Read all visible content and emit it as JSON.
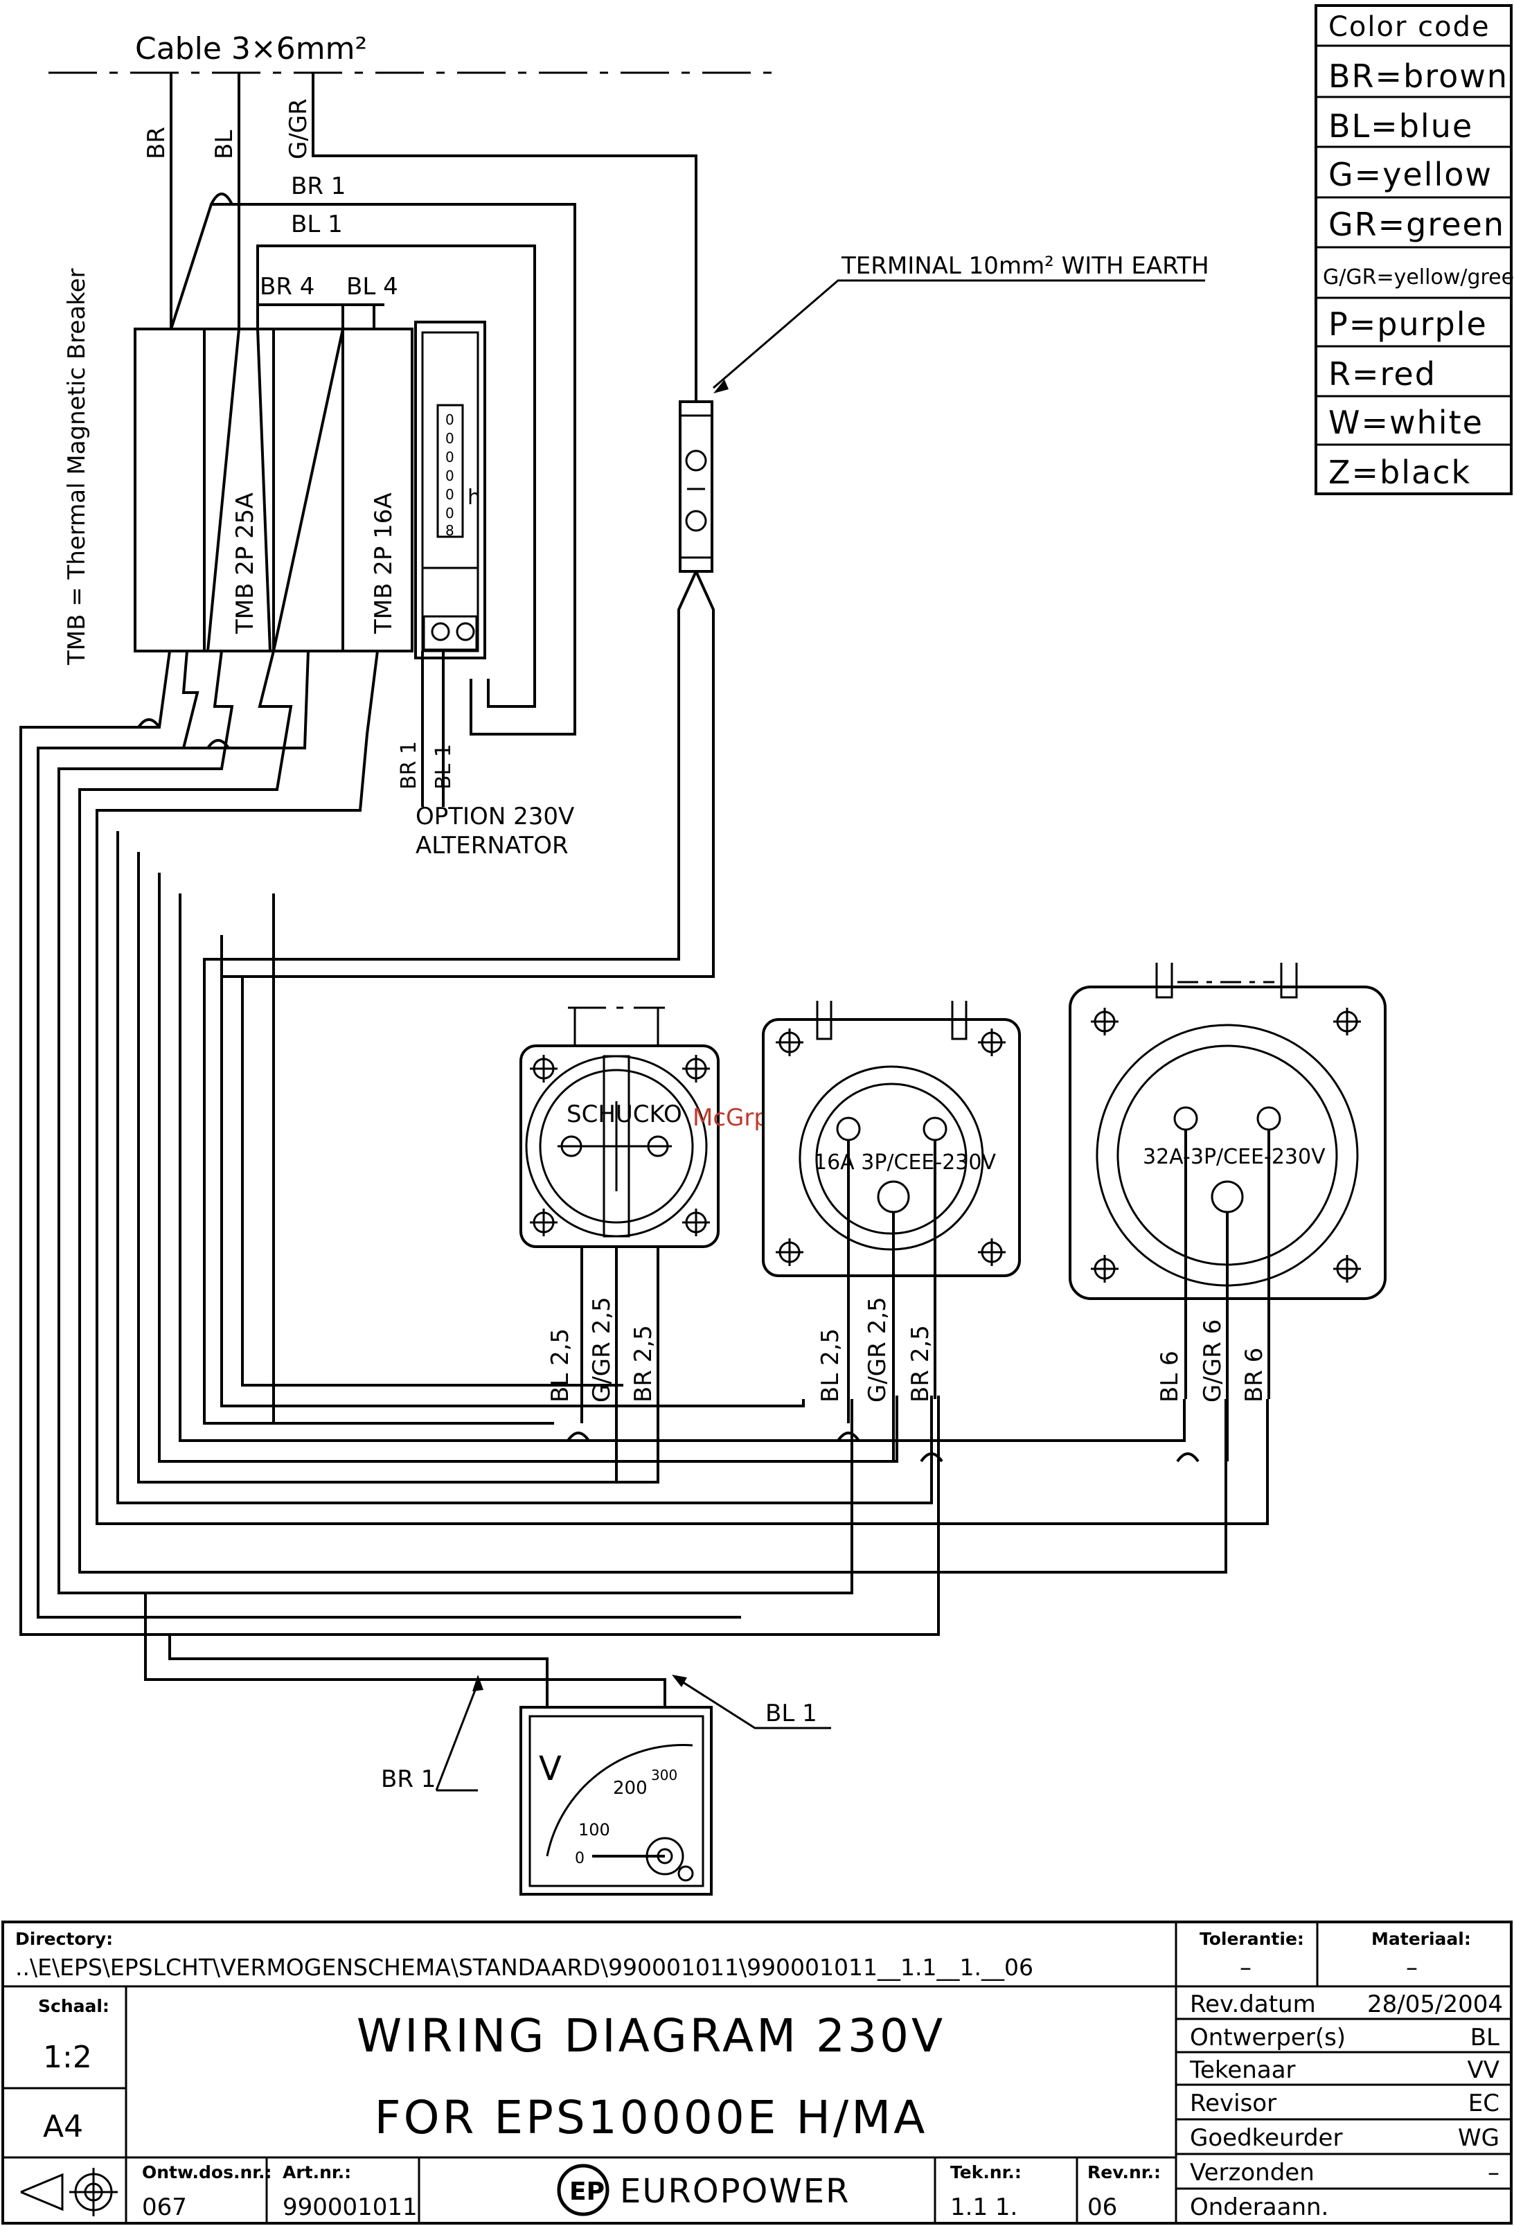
{
  "watermark": "McGrp.Ru",
  "cable": {
    "label": "Cable 3×6mm²"
  },
  "cable_wires": {
    "br": "BR",
    "bl": "BL",
    "ggr": "G/GR"
  },
  "wire_labels": {
    "br1_top": "BR 1",
    "bl1_top": "BL 1",
    "br4": "BR 4",
    "bl4": "BL 4",
    "br1_alt": "BR 1",
    "bl1_alt": "BL 1",
    "br1_meter": "BR 1",
    "bl1_meter": "BL 1"
  },
  "tmb_legend": "TMB = Thermal Magnetic Breaker",
  "breakers": [
    "TMB 2P 25A",
    "TMB 2P 16A"
  ],
  "hour_meter": {
    "digits": [
      "0",
      "0",
      "0",
      "0",
      "0",
      "0",
      "8"
    ],
    "unit": "h"
  },
  "alternator_option": [
    "OPTION 230V",
    "ALTERNATOR"
  ],
  "terminal": {
    "label": "TERMINAL 10mm² WITH EARTH"
  },
  "sockets": [
    {
      "name": "SCHUCKO",
      "wires": [
        "BL 2,5",
        "G/GR 2,5",
        "BR 2,5"
      ]
    },
    {
      "name": "16A 3P/CEE-230V",
      "wires": [
        "BL 2,5",
        "G/GR 2,5",
        "BR 2,5"
      ]
    },
    {
      "name": "32A-3P/CEE-230V",
      "wires": [
        "BL 6",
        "G/GR 6",
        "BR 6"
      ]
    }
  ],
  "voltmeter": {
    "unit": "V",
    "scale": [
      "0",
      "100",
      "200",
      "300"
    ]
  },
  "color_code": {
    "title": "Color code",
    "entries": [
      "BR=brown",
      "BL=blue",
      "G=yellow",
      "GR=green",
      "G/GR=yellow/green",
      "P=purple",
      "R=red",
      "W=white",
      "Z=black"
    ]
  },
  "title_block": {
    "directory_label": "Directory:",
    "directory_value": "..\\E\\EPS\\EPSLCHT\\VERMOGENSCHEMA\\STANDAARD\\990001011\\990001011__1.1__1.__06",
    "tolerantie_label": "Tolerantie:",
    "tolerantie_value": "–",
    "materiaal_label": "Materiaal:",
    "materiaal_value": "–",
    "schaal_label": "Schaal:",
    "schaal_value": "1:2",
    "format": "A4",
    "title_line1": "WIRING DIAGRAM 230V",
    "title_line2": "FOR EPS10000E H/MA",
    "rev_datum_label": "Rev.datum",
    "rev_datum_value": "28/05/2004",
    "ontwerper_label": "Ontwerper(s)",
    "ontwerper_value": "BL",
    "tekenaar_label": "Tekenaar",
    "tekenaar_value": "VV",
    "revisor_label": "Revisor",
    "revisor_value": "EC",
    "goedkeurder_label": "Goedkeurder",
    "goedkeurder_value": "WG",
    "verzonden_label": "Verzonden",
    "verzonden_value": "–",
    "onderaann_label": "Onderaann.",
    "onderaann_value": "",
    "ontw_dos_label": "Ontw.dos.nr.:",
    "ontw_dos_value": "067",
    "art_nr_label": "Art.nr.:",
    "art_nr_value": "990001011",
    "brand": "EUROPOWER",
    "brand_logo": "EP",
    "tek_nr_label": "Tek.nr.:",
    "tek_nr_value": "1.1 1.",
    "rev_nr_label": "Rev.nr.:",
    "rev_nr_value": "06"
  }
}
